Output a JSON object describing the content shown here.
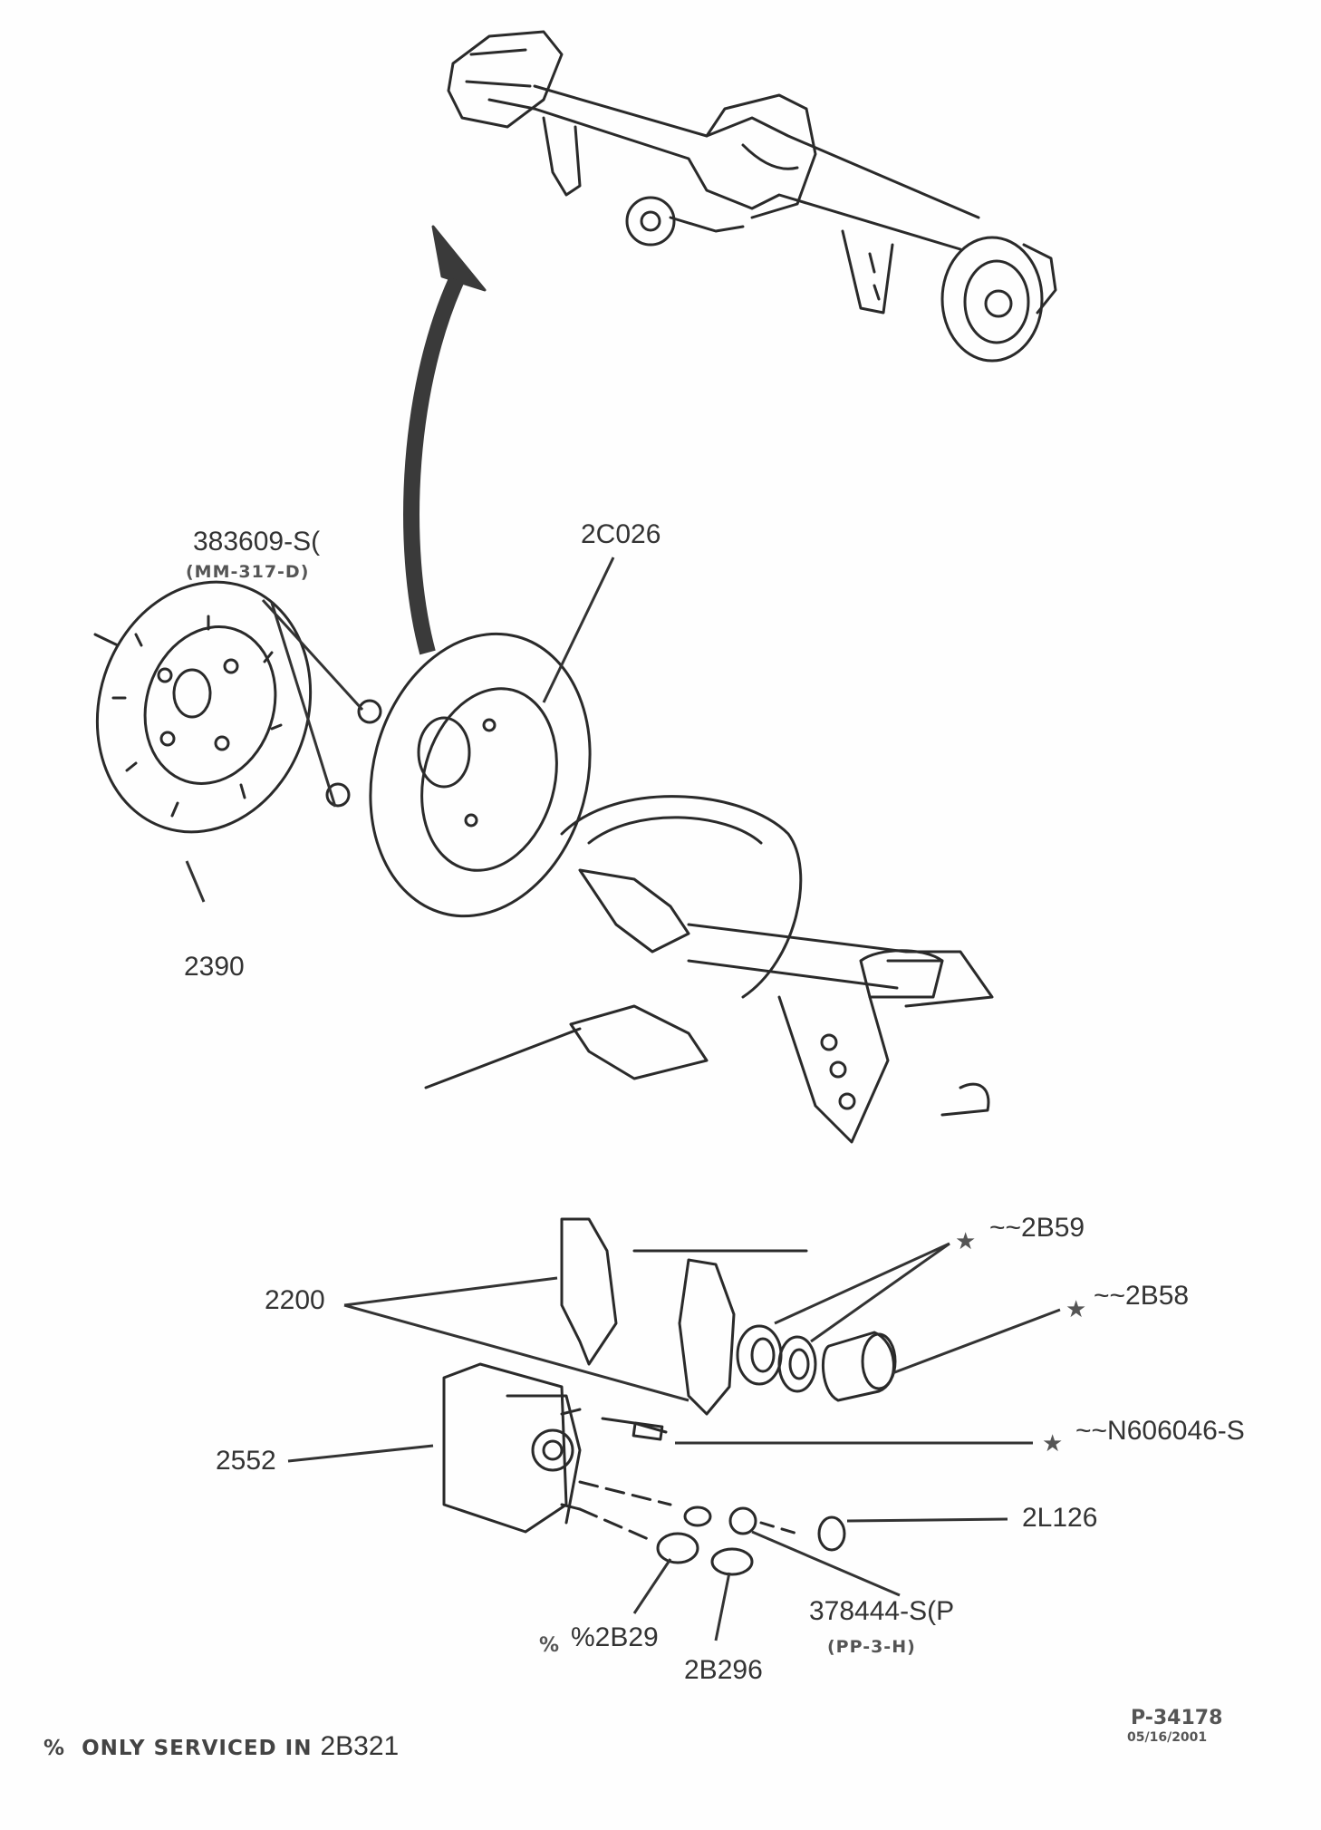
{
  "diagram": {
    "title": "Rear axle disc brake exploded view",
    "callouts": {
      "bolt_383609": {
        "part": "383609-S(",
        "spec": "(MM-317-D)"
      },
      "rotor": {
        "part": "2C026"
      },
      "shield": {
        "part": "2390"
      },
      "pads": {
        "part": "2200"
      },
      "caliper": {
        "part": "2552"
      },
      "piston_seal": {
        "part": "~~2B59",
        "marker": "★"
      },
      "piston": {
        "part": "~~2B58",
        "marker": "★"
      },
      "guide_bolt": {
        "part": "~~N606046-S",
        "marker": "★"
      },
      "bleeder_cap": {
        "part": "2L126"
      },
      "bleeder_screw": {
        "part": "378444-S(P",
        "spec": "(PP-3-H)"
      },
      "pin_2b29": {
        "part": "%2B29",
        "marker": "%"
      },
      "pin_2b296": {
        "part": "2B296"
      }
    },
    "footnote": {
      "marker": "%",
      "text": "ONLY SERVICED IN",
      "part": "2B321"
    },
    "figure_id": "P-34178",
    "figure_date": "05/16/2001"
  }
}
